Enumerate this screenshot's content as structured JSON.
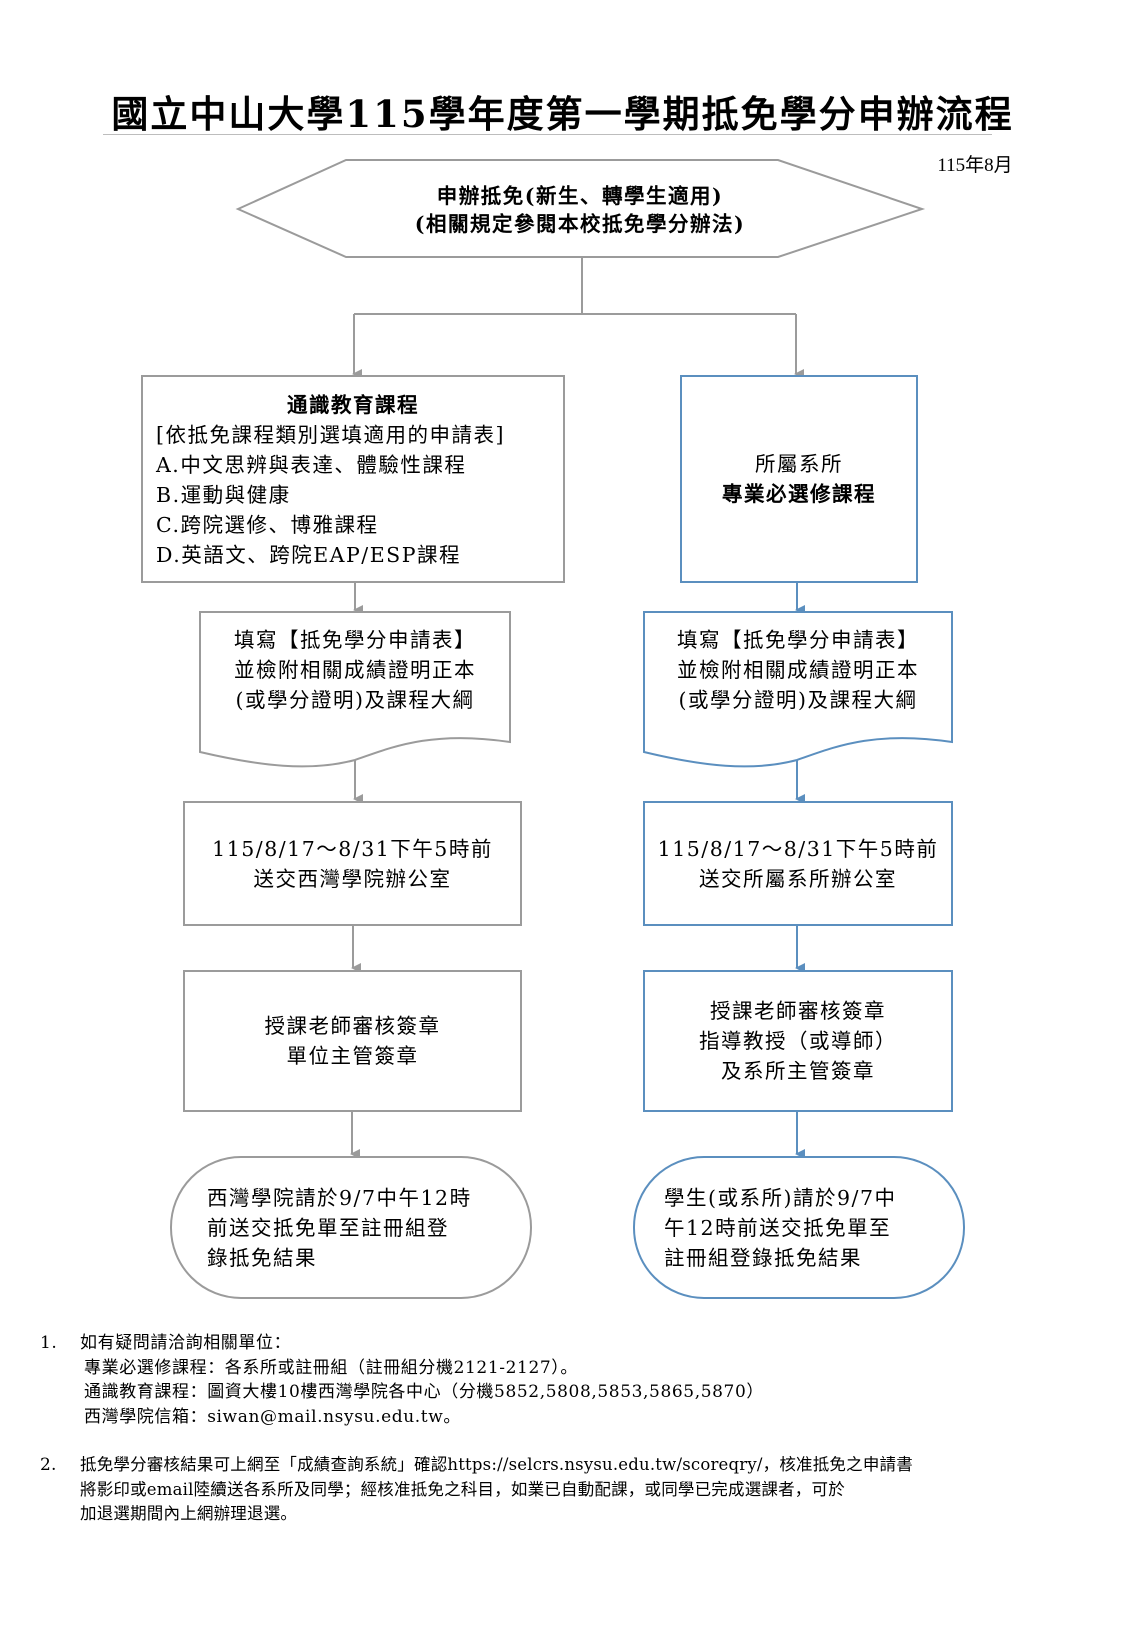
{
  "title": "國立中山大學115學年度第一學期抵免學分申辦流程",
  "date": "115年8月",
  "start": {
    "line1": "申辦抵免(新生、轉學生適用)",
    "line2": "(相關規定參閱本校抵免學分辦法)"
  },
  "left": {
    "category": {
      "title": "通識教育課程",
      "lines": [
        "[依抵免課程類別選填適用的申請表]",
        "A.中文思辨與表達、體驗性課程",
        "B.運動與健康",
        "C.跨院選修、博雅課程",
        "D.英語文、跨院EAP/ESP課程"
      ]
    },
    "document": [
      "填寫【抵免學分申請表】",
      "並檢附相關成績證明正本",
      "(或學分證明)及課程大綱"
    ],
    "submit": [
      "115/8/17～8/31下午5時前",
      "送交西灣學院辦公室"
    ],
    "review": [
      "授課老師審核簽章",
      "單位主管簽章"
    ],
    "end": [
      "西灣學院請於9/7中午12時",
      "前送交抵免單至註冊組登",
      "錄抵免結果"
    ]
  },
  "right": {
    "category": {
      "line1": "所屬系所",
      "line2": "專業必選修課程"
    },
    "document": [
      "填寫【抵免學分申請表】",
      "並檢附相關成績證明正本",
      "(或學分證明)及課程大綱"
    ],
    "submit": [
      "115/8/17～8/31下午5時前",
      "送交所屬系所辦公室"
    ],
    "review": [
      "授課老師審核簽章",
      "指導教授（或導師）",
      "及系所主管簽章"
    ],
    "end": [
      "學生(或系所)請於9/7中",
      "午12時前送交抵免單至",
      "註冊組登錄抵免結果"
    ]
  },
  "notes": [
    {
      "num": "1.",
      "lines": [
        "如有疑問請洽詢相關單位：",
        "專業必選修課程：各系所或註冊組（註冊組分機2121-2127）。",
        "通識教育課程：圖資大樓10樓西灣學院各中心（分機5852,5808,5853,5865,5870）",
        "西灣學院信箱：siwan@mail.nsysu.edu.tw。"
      ]
    },
    {
      "num": "2.",
      "lines": [
        "抵免學分審核結果可上網至「成績查詢系統」確認https://selcrs.nsysu.edu.tw/scoreqry/，核准抵免之申請書",
        "將影印或email陸續送各系所及同學；經核准抵免之科目，如業已自動配課，或同學已完成選課者，可於",
        "加退選期間內上網辦理退選。"
      ]
    }
  ],
  "colors": {
    "left_stroke": "#9b9b9b",
    "right_stroke": "#5b8fbf",
    "start_stroke": "#9b9b9b"
  }
}
